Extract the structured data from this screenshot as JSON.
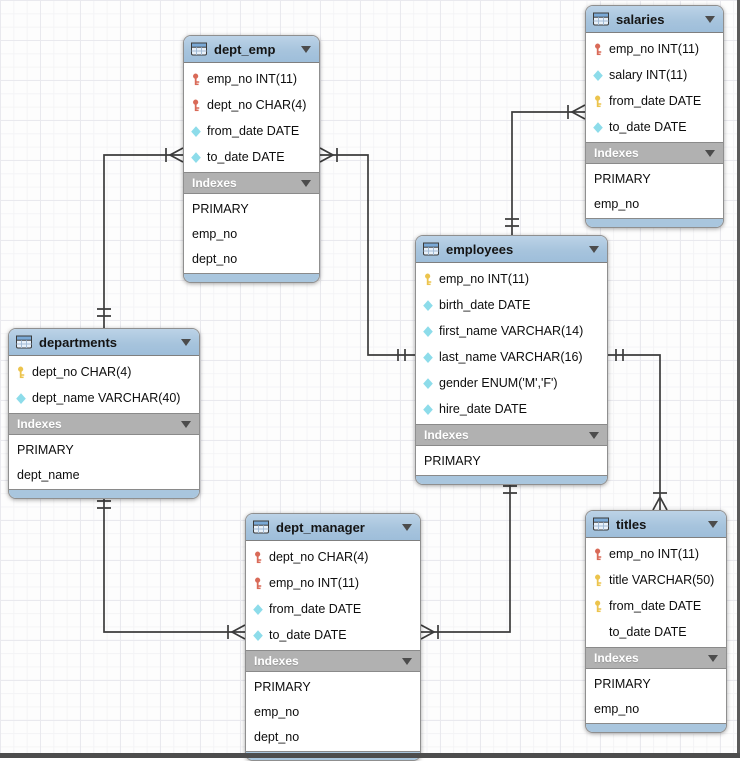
{
  "diagram": {
    "type": "eer-database-diagram",
    "indexes_label": "Indexes",
    "tables": [
      {
        "name": "dept_emp",
        "fields": [
          {
            "label": "emp_no INT(11)",
            "icon": "foreign-key-icon"
          },
          {
            "label": "dept_no CHAR(4)",
            "icon": "foreign-key-icon"
          },
          {
            "label": "from_date DATE",
            "icon": "column-icon"
          },
          {
            "label": "to_date DATE",
            "icon": "column-icon"
          }
        ],
        "indexes": [
          "PRIMARY",
          "emp_no",
          "dept_no"
        ]
      },
      {
        "name": "salaries",
        "fields": [
          {
            "label": "emp_no INT(11)",
            "icon": "foreign-key-icon"
          },
          {
            "label": "salary INT(11)",
            "icon": "column-icon"
          },
          {
            "label": "from_date DATE",
            "icon": "primary-key-icon"
          },
          {
            "label": "to_date DATE",
            "icon": "column-icon"
          }
        ],
        "indexes": [
          "PRIMARY",
          "emp_no"
        ]
      },
      {
        "name": "employees",
        "fields": [
          {
            "label": "emp_no INT(11)",
            "icon": "primary-key-icon"
          },
          {
            "label": "birth_date DATE",
            "icon": "column-icon"
          },
          {
            "label": "first_name VARCHAR(14)",
            "icon": "column-icon"
          },
          {
            "label": "last_name VARCHAR(16)",
            "icon": "column-icon"
          },
          {
            "label": "gender ENUM('M','F')",
            "icon": "column-icon"
          },
          {
            "label": "hire_date DATE",
            "icon": "column-icon"
          }
        ],
        "indexes": [
          "PRIMARY"
        ]
      },
      {
        "name": "departments",
        "fields": [
          {
            "label": "dept_no CHAR(4)",
            "icon": "primary-key-icon"
          },
          {
            "label": "dept_name VARCHAR(40)",
            "icon": "column-icon"
          }
        ],
        "indexes": [
          "PRIMARY",
          "dept_name"
        ]
      },
      {
        "name": "dept_manager",
        "fields": [
          {
            "label": "dept_no CHAR(4)",
            "icon": "foreign-key-icon"
          },
          {
            "label": "emp_no INT(11)",
            "icon": "foreign-key-icon"
          },
          {
            "label": "from_date DATE",
            "icon": "column-icon"
          },
          {
            "label": "to_date DATE",
            "icon": "column-icon"
          }
        ],
        "indexes": [
          "PRIMARY",
          "emp_no",
          "dept_no"
        ]
      },
      {
        "name": "titles",
        "fields": [
          {
            "label": "emp_no INT(11)",
            "icon": "foreign-key-icon"
          },
          {
            "label": "title VARCHAR(50)",
            "icon": "primary-key-icon"
          },
          {
            "label": "from_date DATE",
            "icon": "primary-key-icon"
          },
          {
            "label": "to_date DATE",
            "icon": "nullable-column-icon"
          }
        ],
        "indexes": [
          "PRIMARY",
          "emp_no"
        ]
      }
    ],
    "relationships": [
      {
        "from": "dept_emp",
        "to": "departments",
        "from_cardinality": "many",
        "to_cardinality": "one"
      },
      {
        "from": "dept_emp",
        "to": "employees",
        "from_cardinality": "many",
        "to_cardinality": "one"
      },
      {
        "from": "salaries",
        "to": "employees",
        "from_cardinality": "many",
        "to_cardinality": "one"
      },
      {
        "from": "titles",
        "to": "employees",
        "from_cardinality": "many",
        "to_cardinality": "one"
      },
      {
        "from": "dept_manager",
        "to": "employees",
        "from_cardinality": "many",
        "to_cardinality": "one"
      },
      {
        "from": "dept_manager",
        "to": "departments",
        "from_cardinality": "many",
        "to_cardinality": "one"
      }
    ],
    "colors": {
      "header_blue": "#a9c4dc",
      "indexes_gray": "#b1b1b1",
      "primary_key_yellow": "#ecc44d",
      "foreign_key_red": "#d96a58",
      "column_cyan": "#8ddcea",
      "connector_line": "#3c3c3c"
    }
  }
}
